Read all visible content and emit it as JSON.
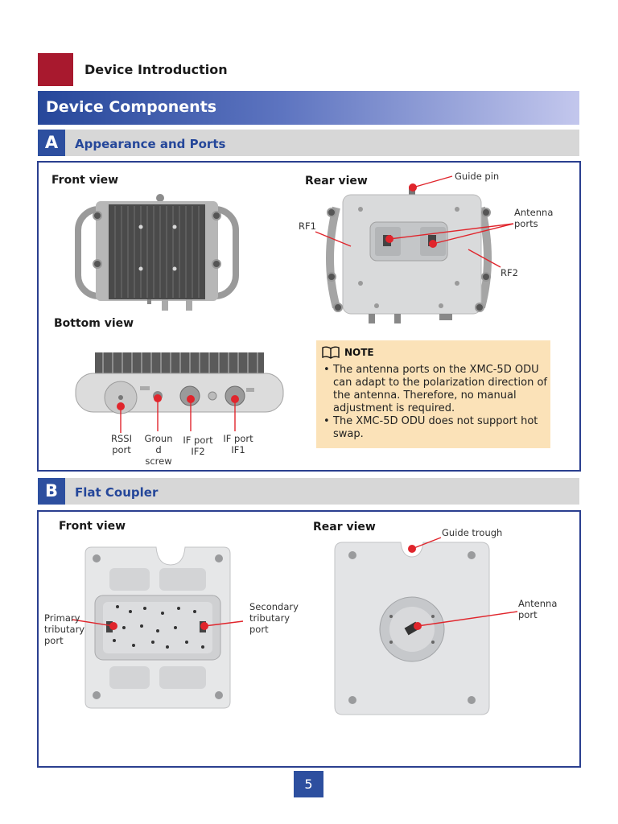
{
  "chapter": {
    "title": "Device Introduction"
  },
  "banner": {
    "title": "Device Components"
  },
  "section_a": {
    "letter": "A",
    "title": "Appearance and Ports",
    "front_view": "Front view",
    "rear_view": "Rear view",
    "bottom_view": "Bottom view",
    "callouts": {
      "guide_pin": "Guide pin",
      "antenna_ports_1": "Antenna",
      "antenna_ports_2": "ports",
      "rf1": "RF1",
      "rf2": "RF2",
      "rssi_1": "RSSI",
      "rssi_2": "port",
      "ground_1": "Groun",
      "ground_2": "d",
      "ground_3": "screw",
      "if2_1": "IF port",
      "if2_2": "IF2",
      "if1_1": "IF port",
      "if1_2": "IF1"
    },
    "note": {
      "heading": "NOTE",
      "icon": "book-icon",
      "items": [
        "The antenna ports on the XMC-5D ODU can adapt to the polarization direction of the antenna. Therefore, no manual adjustment is required.",
        "The XMC-5D ODU does not support hot swap."
      ]
    }
  },
  "section_b": {
    "letter": "B",
    "title": "Flat Coupler",
    "front_view": "Front view",
    "rear_view": "Rear view",
    "callouts": {
      "guide_trough": "Guide trough",
      "antenna_1": "Antenna",
      "antenna_2": "port",
      "primary_1": "Primary",
      "primary_2": "tributary",
      "primary_3": "port",
      "secondary_1": "Secondary",
      "secondary_2": "tributary",
      "secondary_3": "port"
    }
  },
  "page": {
    "number": "5"
  },
  "colors": {
    "accent": "#2d4f9f",
    "chapter_red": "#a8192e",
    "callout_red": "#e0252c",
    "note_bg": "#fbe2b8"
  }
}
